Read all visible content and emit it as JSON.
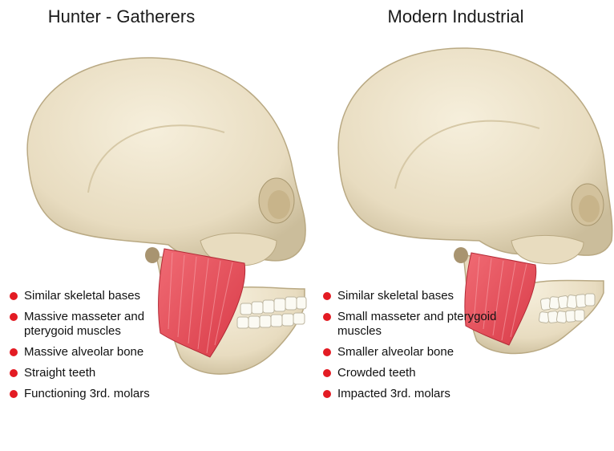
{
  "left_panel": {
    "title": "Hunter - Gatherers",
    "bullets": [
      "Similar skeletal bases",
      "Massive masseter and pterygoid muscles",
      "Massive alveolar bone",
      "Straight teeth",
      "Functioning 3rd. molars"
    ]
  },
  "right_panel": {
    "title": "Modern Industrial",
    "bullets": [
      "Similar skeletal bases",
      "Small masseter and pterygoid muscles",
      "Smaller alveolar bone",
      "Crowded teeth",
      "Impacted 3rd. molars"
    ]
  },
  "colors": {
    "bullet": "#e31b23",
    "bone": "#efe6cf",
    "bone_shadow": "#cfc1a0",
    "muscle": "#e8505c"
  }
}
